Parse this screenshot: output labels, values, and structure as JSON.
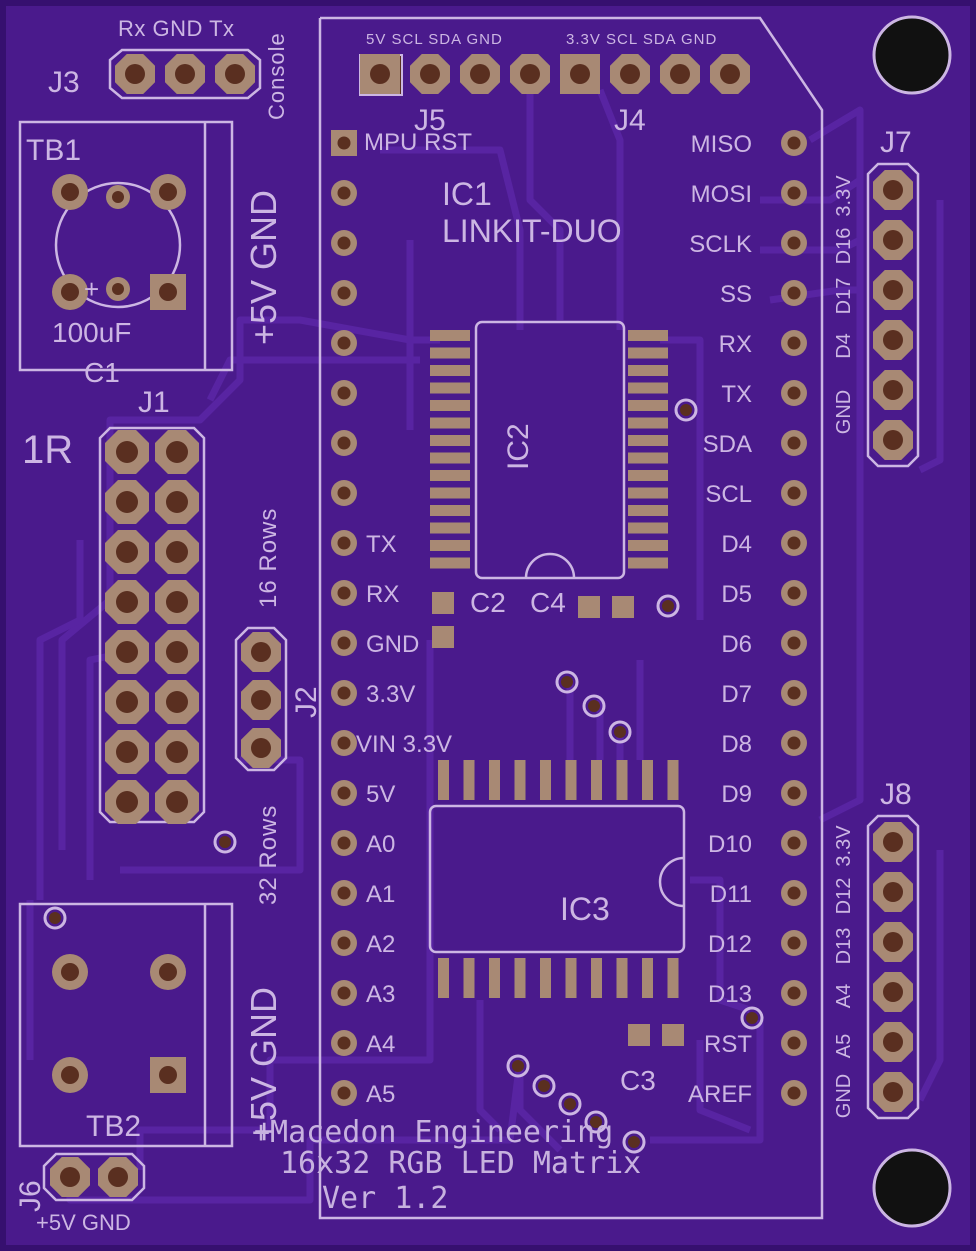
{
  "colors": {
    "board": "#4a1a8c",
    "board_edge": "#3a1178",
    "trace": "#5824a2",
    "silk": "#ccb6e3",
    "pad": "#a88974",
    "pad_dark": "#5a2f20",
    "hole": "#111111"
  },
  "labels": {
    "j3_pins": "Rx GND Tx",
    "console": "Console",
    "j3": "J3",
    "tb1": "TB1",
    "c1_value": "100uF",
    "c1": "C1",
    "cap_plus": "+",
    "pwr_top": "+5V GND",
    "j1": "J1",
    "one_r": "1R",
    "rows16": "16 Rows",
    "rows32": "32 Rows",
    "j2": "J2",
    "pwr_bottom": "+5V GND",
    "tb2": "TB2",
    "j6": "J6",
    "j6_pins": "+5V GND",
    "j5_pins": "5V SCL SDA GND",
    "j5": "J5",
    "j4_pins": "3.3V SCL SDA GND",
    "j4": "J4",
    "mpu_rst": "MPU RST",
    "ic1_ref": "IC1",
    "ic1_name": "LINKIT-DUO",
    "ic2": "IC2",
    "c2": "C2",
    "c4": "C4",
    "ic3": "IC3",
    "c3": "C3",
    "vin": "VIN 3.3V",
    "j7": "J7",
    "j7_pins": [
      "3.3V",
      "D16",
      "D17",
      "D4",
      "GND"
    ],
    "j8": "J8",
    "j8_pins": [
      "3.3V",
      "D12",
      "D13",
      "A4",
      "A5",
      "GND"
    ],
    "maker": "+Macedon Engineering",
    "product": "16x32 RGB LED Matrix",
    "version": "Ver 1.2"
  },
  "ic1_left_pins": [
    "",
    "",
    "",
    "",
    "",
    "",
    "",
    "",
    "TX",
    "RX",
    "GND",
    "3.3V",
    "",
    "5V",
    "A0",
    "A1",
    "A2",
    "A3",
    "A4",
    "A5"
  ],
  "ic1_right_pins": [
    "MISO",
    "MOSI",
    "SCLK",
    "SS",
    "RX",
    "TX",
    "SDA",
    "SCL",
    "D4",
    "D5",
    "D6",
    "D7",
    "D8",
    "D9",
    "D10",
    "D11",
    "D12",
    "D13",
    "RST",
    "AREF"
  ]
}
